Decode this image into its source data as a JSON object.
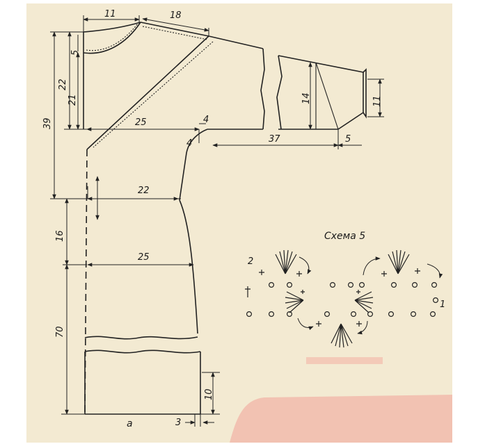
{
  "colors": {
    "paper": "#f3ead2",
    "ink": "#222222",
    "stain": "#f2c2b2"
  },
  "measurements": {
    "top_neck": "11",
    "shoulder": "18",
    "neck_depth": "5",
    "height_22": "22",
    "height_21": "21",
    "total_39": "39",
    "armhole_width": "25",
    "armhole_4_h": "4",
    "armhole_4_v": "4",
    "sleeve_length": "37",
    "sleeve_cuff": "5",
    "sleeve_height": "14",
    "cuff_height": "11",
    "waist": "22",
    "waist_depth": "16",
    "hip": "25",
    "length_70": "70",
    "hem_10": "10",
    "hem_3": "3",
    "part_label": "a"
  },
  "scheme": {
    "title": "Схема 5",
    "row_2": "2",
    "row_1": "1"
  },
  "icons": [
    "arrow-icon",
    "chain-stitch-icon",
    "double-crochet-fan-icon"
  ]
}
